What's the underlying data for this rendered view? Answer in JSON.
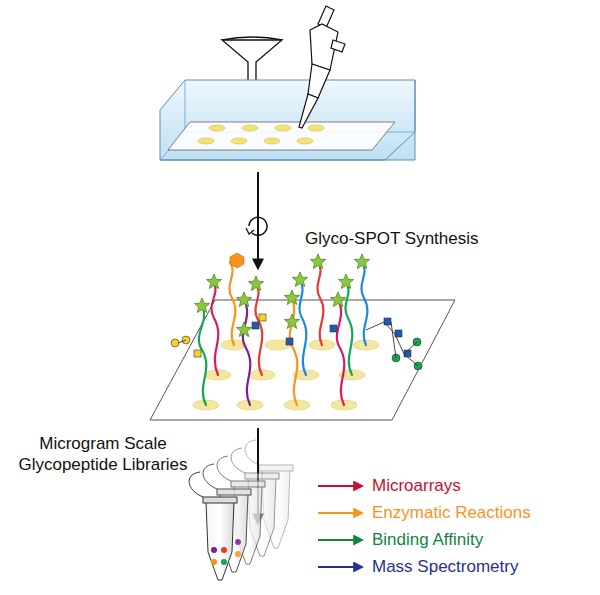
{
  "diagram": {
    "labels": [
      "Glyco-SPOT Synthesis",
      "Microgram Scale Glycopeptide Libraries",
      "Microarrays",
      "Enzymatic Reactions",
      "Binding Affinity",
      "Mass Spectrometry"
    ]
  }
}
